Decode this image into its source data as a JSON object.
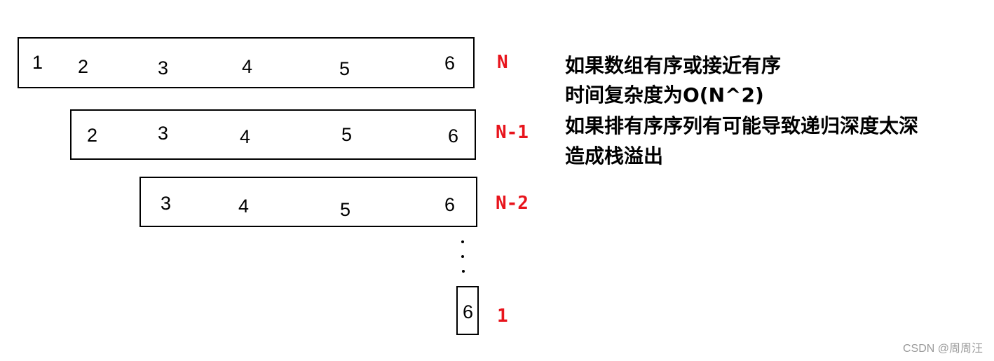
{
  "rows": [
    {
      "label": "N",
      "items": [
        "1",
        "2",
        "3",
        "4",
        "5",
        "6"
      ]
    },
    {
      "label": "N-1",
      "items": [
        "2",
        "3",
        "4",
        "5",
        "6"
      ]
    },
    {
      "label": "N-2",
      "items": [
        "3",
        "4",
        "5",
        "6"
      ]
    },
    {
      "label": "1",
      "items": [
        "6"
      ]
    }
  ],
  "notes": [
    "如果数组有序或接近有序",
    "时间复杂度为O(N^2)",
    "如果排有序序列有可能导致递归深度太深",
    "造成栈溢出"
  ],
  "watermark": "CSDN @周周汪",
  "colors": {
    "label": "#e8141c",
    "box_border": "#000000",
    "watermark": "#9a9a9a"
  }
}
